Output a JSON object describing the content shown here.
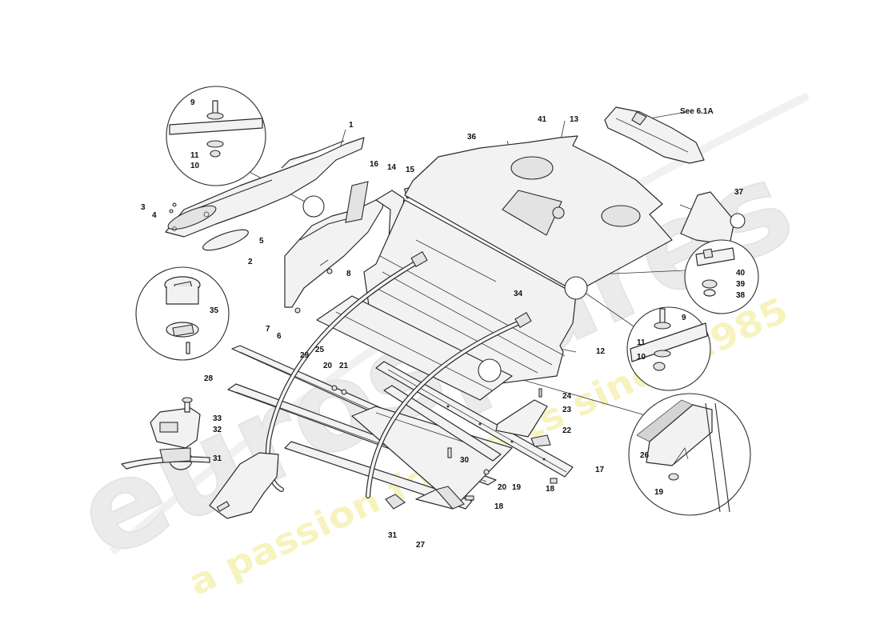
{
  "diagram": {
    "callouts": [
      "1",
      "2",
      "3",
      "4",
      "5",
      "6",
      "7",
      "8",
      "9",
      "10",
      "11",
      "12",
      "13",
      "14",
      "15",
      "16",
      "17",
      "18",
      "19",
      "20",
      "21",
      "22",
      "23",
      "24",
      "25",
      "26",
      "27",
      "28",
      "29",
      "30",
      "31",
      "32",
      "33",
      "34",
      "35",
      "36",
      "37",
      "38",
      "39",
      "40",
      "41"
    ],
    "reference_note": "See 6.1A",
    "detail_labels": {
      "top_left": [
        "9",
        "11",
        "10"
      ],
      "right_mid": [
        "9",
        "11",
        "10"
      ],
      "right_top": [
        "40",
        "39",
        "38"
      ],
      "bottom_right": [
        "26",
        "19"
      ]
    }
  },
  "watermark": {
    "brand": "eurospares",
    "tagline": "a passion for parts since 1985",
    "colors": {
      "brand": "#d9d9d9",
      "tagline": "#f2ef9a"
    }
  }
}
